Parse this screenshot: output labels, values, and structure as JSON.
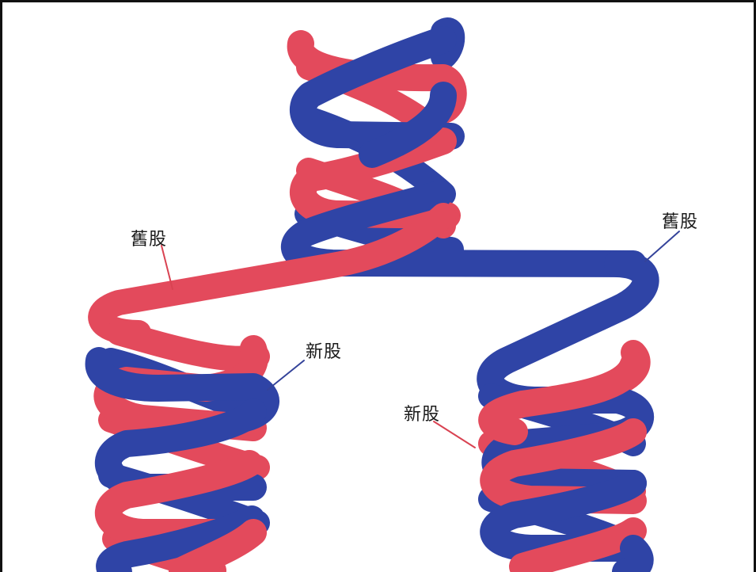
{
  "labels": {
    "old_left": "舊股",
    "old_right": "舊股",
    "new_left": "新股",
    "new_right": "新股"
  },
  "colors": {
    "red": "#e34a5c",
    "blue": "#2f44a6",
    "background": "#ffffff",
    "leader_red": "#d94352",
    "leader_blue": "#34439a"
  }
}
